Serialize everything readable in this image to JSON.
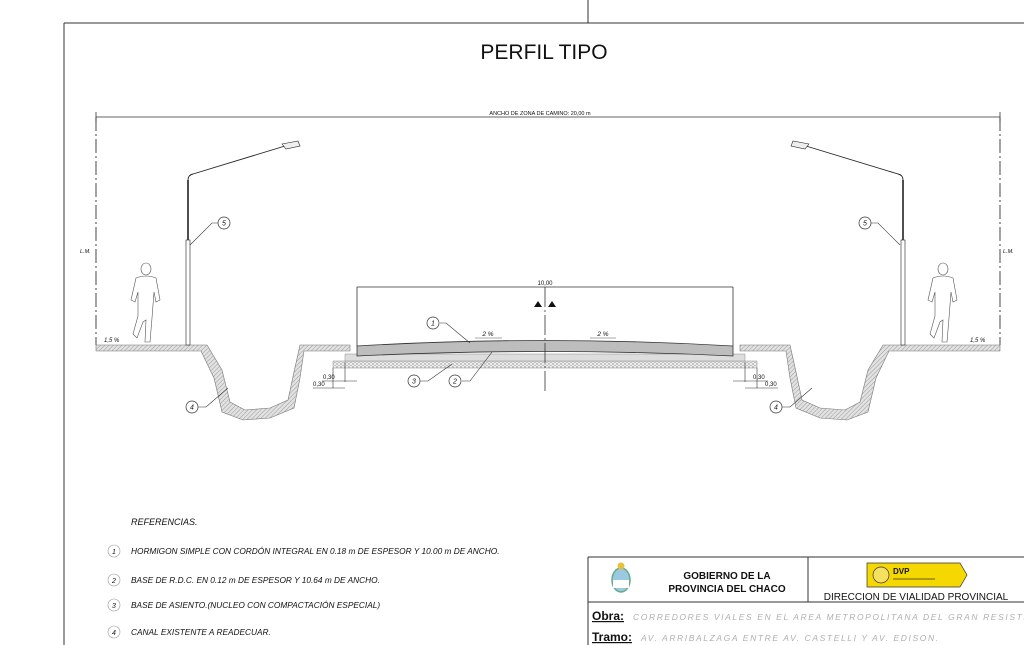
{
  "title": "PERFIL TIPO",
  "dimensions": {
    "road_zone_width": "ANCHO DE ZONA DE CAMINO: 20,00 m",
    "pavement_width": "10,00",
    "offset_left_a": "0,30",
    "offset_left_b": "0,30",
    "offset_right_a": "0,30",
    "offset_right_b": "0,30",
    "slope_left": "2 %",
    "slope_right": "2 %",
    "sidewalk_slope_left": "1,5 %",
    "sidewalk_slope_right": "1,5 %",
    "line_label_left": "L.M.",
    "line_label_right": "L.M."
  },
  "callouts": [
    "1",
    "2",
    "3",
    "4",
    "4",
    "5",
    "5"
  ],
  "references": {
    "heading": "REFERENCIAS.",
    "items": [
      {
        "num": "1",
        "text": "HORMIGON SIMPLE CON CORDÓN INTEGRAL EN 0.18 m DE ESPESOR Y 10.00 m DE ANCHO."
      },
      {
        "num": "2",
        "text": "BASE DE R.D.C. EN  0.12 m DE ESPESOR Y 10.64 m DE ANCHO."
      },
      {
        "num": "3",
        "text": "BASE DE ASIENTO.(NUCLEO CON COMPACTACIÓN ESPECIAL)"
      },
      {
        "num": "4",
        "text": "CANAL EXISTENTE A READECUAR."
      }
    ]
  },
  "title_block": {
    "government_line1": "GOBIERNO DE LA",
    "government_line2": "PROVINCIA DEL CHACO",
    "logo_text": "DVP",
    "agency": "DIRECCION DE VIALIDAD PROVINCIAL",
    "obra_label": "Obra:",
    "obra_value": "CORREDORES VIALES EN EL AREA METROPOLITANA DEL GRAN RESISTENCIA.",
    "tramo_label": "Tramo:",
    "tramo_value": "AV. ARRIBALZAGA ENTRE AV. CASTELLI Y AV. EDISON."
  },
  "colors": {
    "line": "#222222",
    "hatch": "#bdbdbd",
    "logo_yellow": "#f5d800",
    "value_gray": "#b0b0b0"
  }
}
